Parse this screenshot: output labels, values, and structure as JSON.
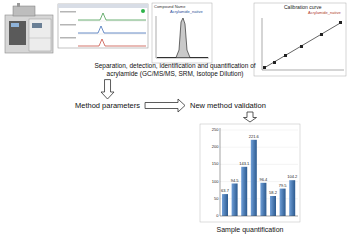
{
  "diagram": {
    "nodes": [
      {
        "text": [
          "Separation, detection, identification and quantification of acrylamide (GC/MS/MS, SRM, Isotope Dilution)"
        ]
      },
      {
        "text": [
          "Method parameters"
        ]
      },
      {
        "text": [
          "New method validation"
        ]
      },
      {
        "text": [
          "Sample quantification"
        ]
      }
    ],
    "edges": [
      {
        "from": 0,
        "to": 1,
        "arrow": "to"
      },
      {
        "from": 1,
        "to": 2,
        "arrow": "to"
      },
      {
        "from": 2,
        "to": 3,
        "arrow": "to"
      }
    ],
    "labels": [
      "Compound Name",
      "Acrylamide_native",
      "Calibration curve",
      "Acrylamide_native",
      "0",
      "50",
      "100",
      "150",
      "200",
      "250",
      "63.7",
      "94.5",
      "143.1",
      "221.6",
      "96.4",
      "58.2",
      "79.5",
      "104.2"
    ]
  }
}
